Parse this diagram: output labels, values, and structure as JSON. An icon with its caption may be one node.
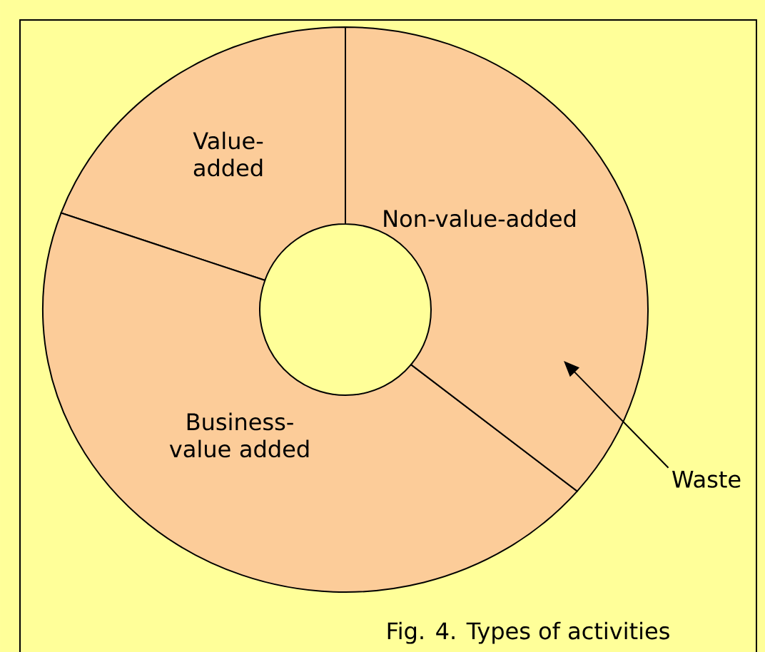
{
  "diagram": {
    "caption": "Fig. 4. Types of activities",
    "nodes": [
      {
        "text": [
          "Value-added"
        ]
      },
      {
        "text": [
          "Business-value added"
        ]
      },
      {
        "text": [
          "Non-value-added"
        ]
      },
      {
        "text": [
          "Waste"
        ]
      }
    ],
    "edges": [
      {
        "from": 3,
        "to": 2,
        "arrow": "to"
      }
    ]
  }
}
